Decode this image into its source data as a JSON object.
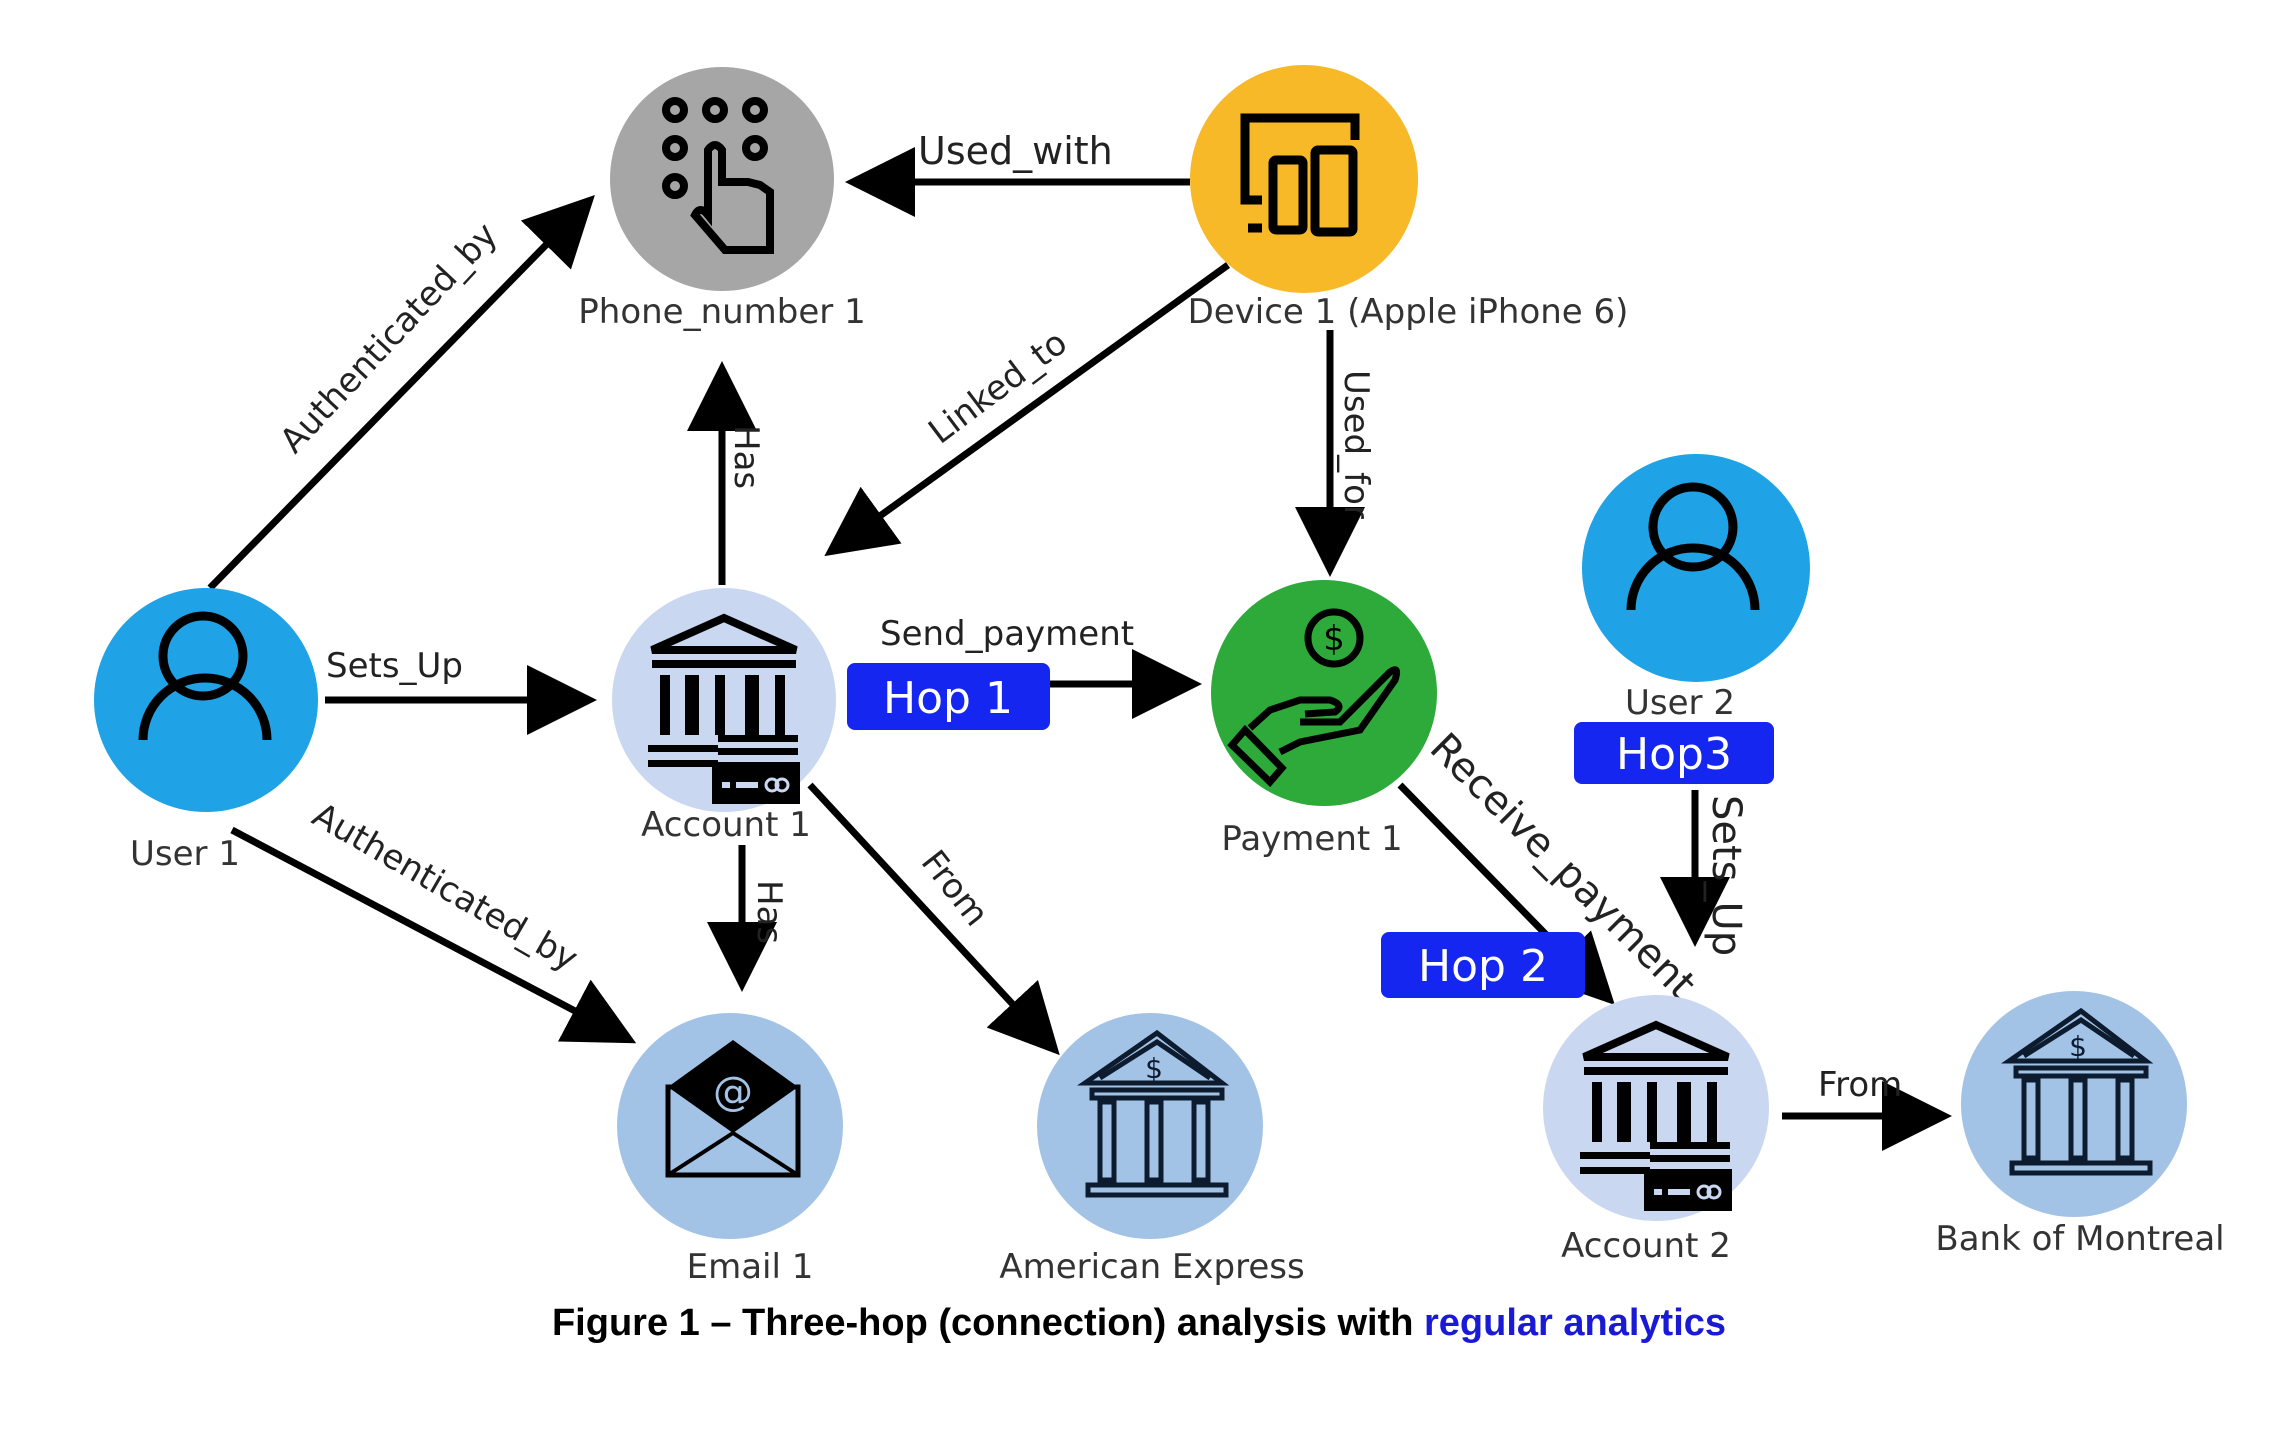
{
  "nodes": {
    "phone": {
      "label": "Phone_number 1",
      "icon": "keypad-touch-icon",
      "color": "#a6a6a6"
    },
    "device": {
      "label": "Device 1 (Apple iPhone 6)",
      "icon": "devices-icon",
      "color": "#f7b928"
    },
    "user1": {
      "label": "User 1",
      "icon": "user-icon",
      "color": "#1fa3e6"
    },
    "account1": {
      "label": "Account 1",
      "icon": "bank-card-icon",
      "color": "#c9d8f0"
    },
    "payment": {
      "label": "Payment 1",
      "icon": "hand-dollar-icon",
      "color": "#2eaa3a"
    },
    "user2": {
      "label": "User 2",
      "icon": "user-icon",
      "color": "#1fa3e6"
    },
    "email": {
      "label": "Email 1",
      "icon": "envelope-at-icon",
      "color": "#a3c3e6"
    },
    "amex": {
      "label": "American Express",
      "icon": "bank-dollar-icon",
      "color": "#a3c3e6"
    },
    "account2": {
      "label": "Account 2",
      "icon": "bank-card-icon",
      "color": "#c9d8f0"
    },
    "bmo": {
      "label": "Bank of Montreal",
      "icon": "bank-dollar-icon",
      "color": "#a3c3e6"
    }
  },
  "edges": {
    "user1_phone": "Authenticated_by",
    "device_phone": "Used_with",
    "device_account1": "Linked_to",
    "account1_phone": "Has",
    "device_payment": "Used_for",
    "user1_account1": "Sets_Up",
    "account1_payment": "Send_payment",
    "user1_email": "Authenticated_by",
    "account1_email": "Has",
    "account1_amex": "From",
    "payment_account2": "Receive_payment",
    "user2_account2": "Sets_Up",
    "account2_bmo": "From"
  },
  "hops": {
    "hop1": "Hop 1",
    "hop2": "Hop 2",
    "hop3": "Hop3",
    "color": "#1426f0"
  },
  "caption": {
    "prefix": "Figure 1 – Three-hop (connection) analysis with ",
    "highlight": "regular analytics",
    "highlight_color": "#1a1ad6"
  }
}
